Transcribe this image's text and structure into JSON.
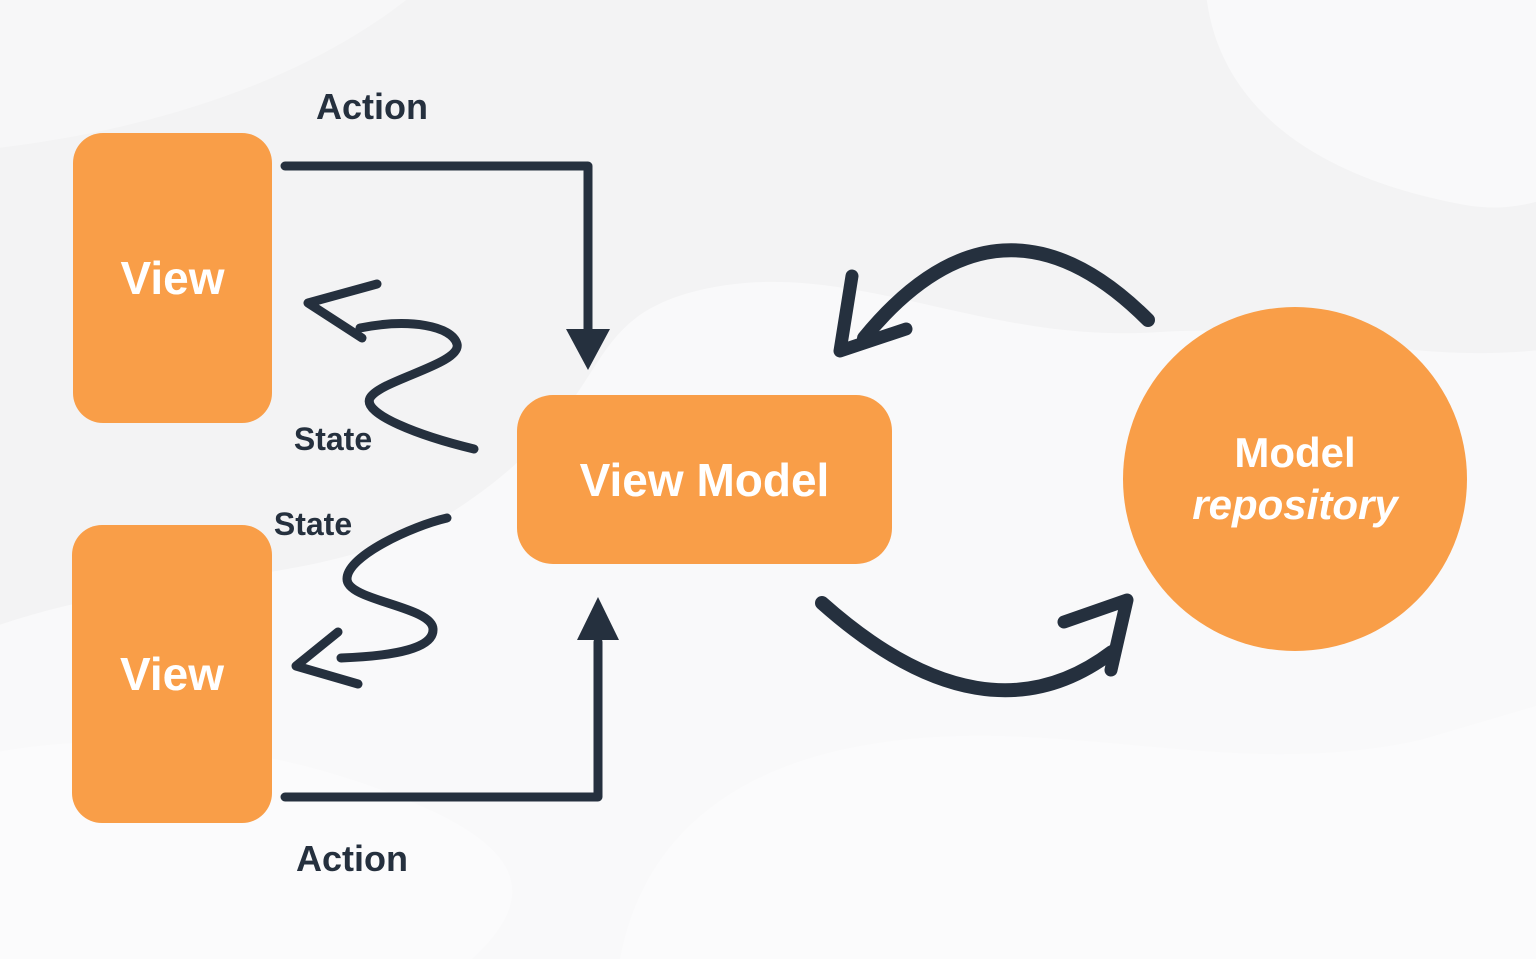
{
  "meta": {
    "description": "MVVM architecture diagram"
  },
  "colors": {
    "accent_orange": "#F99E48",
    "ink_navy": "#25303E",
    "background": "#F3F3F4",
    "node_text": "#FFFFFF"
  },
  "nodes": {
    "view_top": {
      "label": "View"
    },
    "view_bottom": {
      "label": "View"
    },
    "view_model": {
      "label": "View Model"
    },
    "model_repository": {
      "line1": "Model",
      "line2": "repository"
    }
  },
  "edges": {
    "action_top": {
      "label": "Action"
    },
    "state_top": {
      "label": "State"
    },
    "state_bottom": {
      "label": "State"
    },
    "action_bottom": {
      "label": "Action"
    }
  }
}
